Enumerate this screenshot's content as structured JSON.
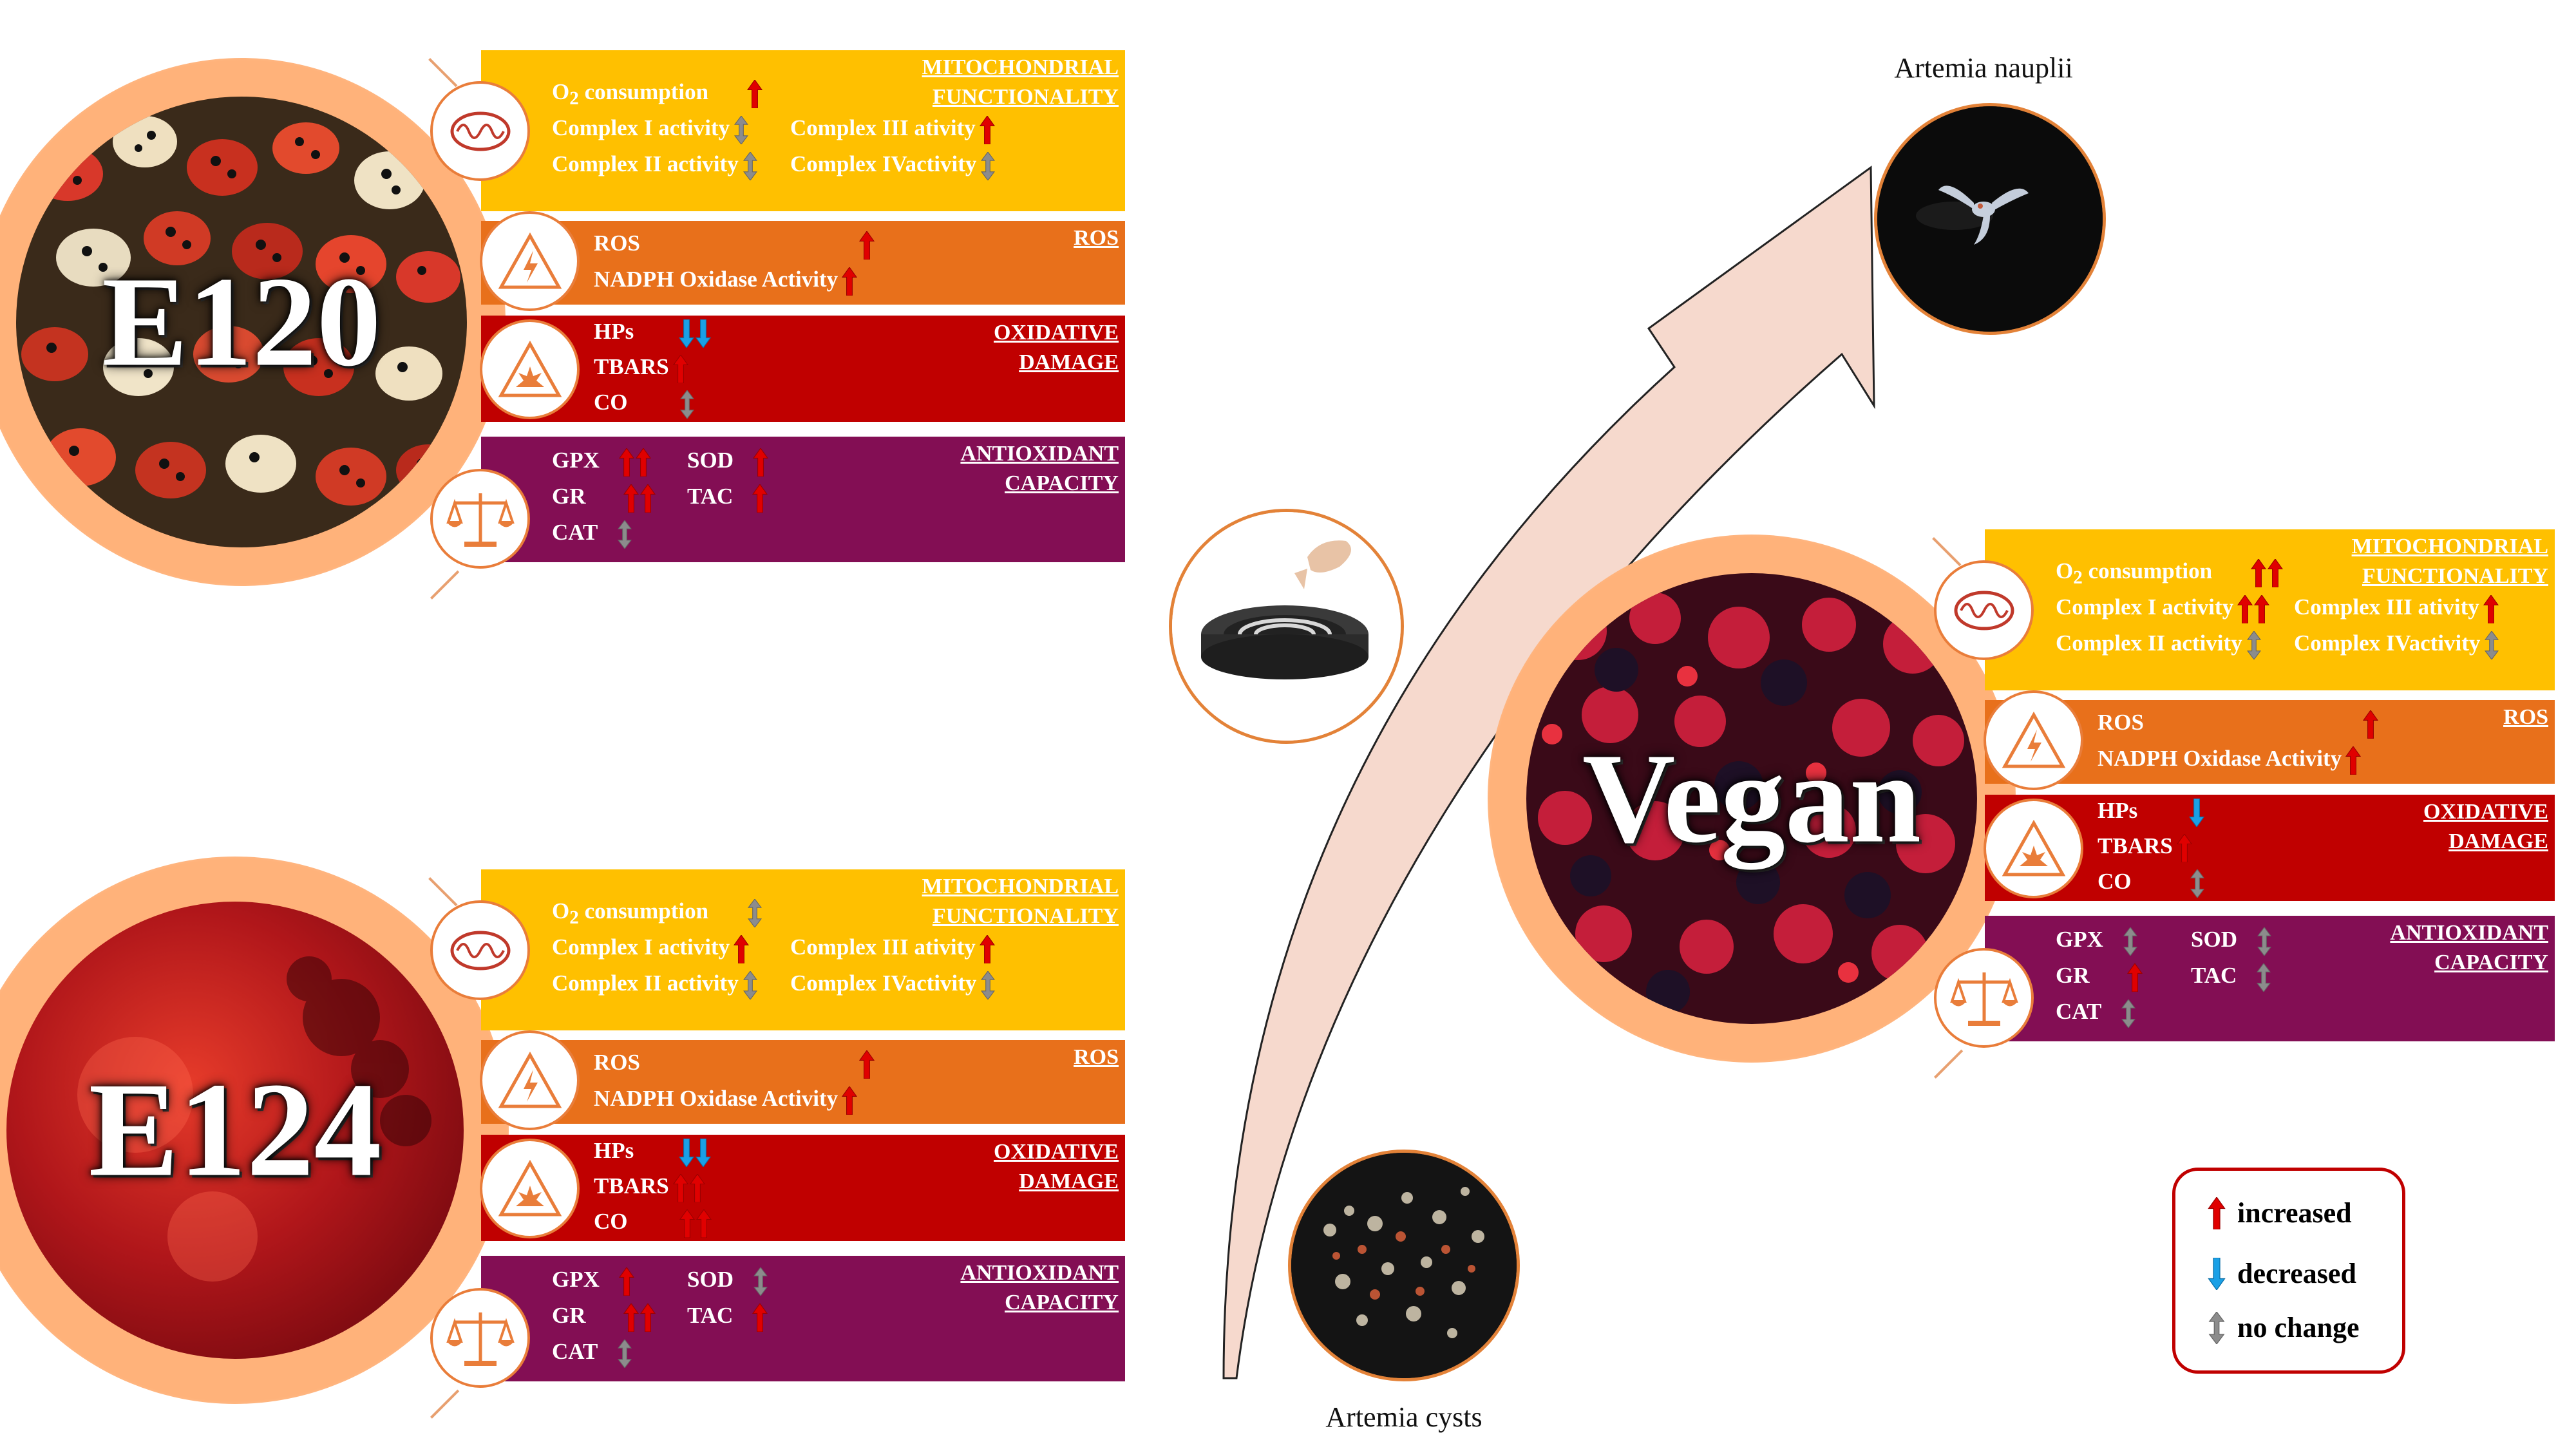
{
  "legend": {
    "increased": "increased",
    "decreased": "decreased",
    "no_change": "no change"
  },
  "captions": {
    "nauplii": "Artemia nauplii",
    "cysts": "Artemia cysts"
  },
  "colors": {
    "mito": "#ffc000",
    "ros": "#e8701b",
    "oxidative": "#c00000",
    "antioxidant": "#830e54",
    "accent": "#e97d3a",
    "arrow_fill": "#f6d9cd",
    "up": "#e00000",
    "down": "#1aa0e6",
    "nochange": "#8c8c8c"
  },
  "panels": {
    "e120": {
      "label": "E120",
      "mito": {
        "title1": "MITOCHONDRIAL",
        "title2": "FUNCTIONALITY",
        "o2": "O2 consumption",
        "c1": "Complex I activity",
        "c2": "Complex II activity",
        "c3": "Complex III ativity",
        "c4": "Complex IVactivity"
      },
      "ros": {
        "title": "ROS",
        "r1": "ROS",
        "r2": "NADPH Oxidase Activity"
      },
      "ox": {
        "title1": "OXIDATIVE",
        "title2": "DAMAGE",
        "r1": "HPs",
        "r2": "TBARS",
        "r3": "CO"
      },
      "anti": {
        "title1": "ANTIOXIDANT",
        "title2": "CAPACITY",
        "gpx": "GPX",
        "gr": "GR",
        "cat": "CAT",
        "sod": "SOD",
        "tac": "TAC"
      }
    },
    "e124": {
      "label": "E124",
      "mito": {
        "title1": "MITOCHONDRIAL",
        "title2": "FUNCTIONALITY",
        "o2": "O2 consumption",
        "c1": "Complex I activity",
        "c2": "Complex II activity",
        "c3": "Complex III ativity",
        "c4": "Complex IVactivity"
      },
      "ros": {
        "title": "ROS",
        "r1": "ROS",
        "r2": "NADPH Oxidase Activity"
      },
      "ox": {
        "title1": "OXIDATIVE",
        "title2": "DAMAGE",
        "r1": "HPs",
        "r2": "TBARS",
        "r3": "CO"
      },
      "anti": {
        "title1": "ANTIOXIDANT",
        "title2": "CAPACITY",
        "gpx": "GPX",
        "gr": "GR",
        "cat": "CAT",
        "sod": "SOD",
        "tac": "TAC"
      }
    },
    "vegan": {
      "label": "Vegan",
      "mito": {
        "title1": "MITOCHONDRIAL",
        "title2": "FUNCTIONALITY",
        "o2": "O2 consumption",
        "c1": "Complex I activity",
        "c2": "Complex II activity",
        "c3": "Complex III ativity",
        "c4": "Complex IVactivity"
      },
      "ros": {
        "title": "ROS",
        "r1": "ROS",
        "r2": "NADPH Oxidase Activity"
      },
      "ox": {
        "title1": "OXIDATIVE",
        "title2": "DAMAGE",
        "r1": "HPs",
        "r2": "TBARS",
        "r3": "CO"
      },
      "anti": {
        "title1": "ANTIOXIDANT",
        "title2": "CAPACITY",
        "gpx": "GPX",
        "gr": "GR",
        "cat": "CAT",
        "sod": "SOD",
        "tac": "TAC"
      }
    }
  }
}
